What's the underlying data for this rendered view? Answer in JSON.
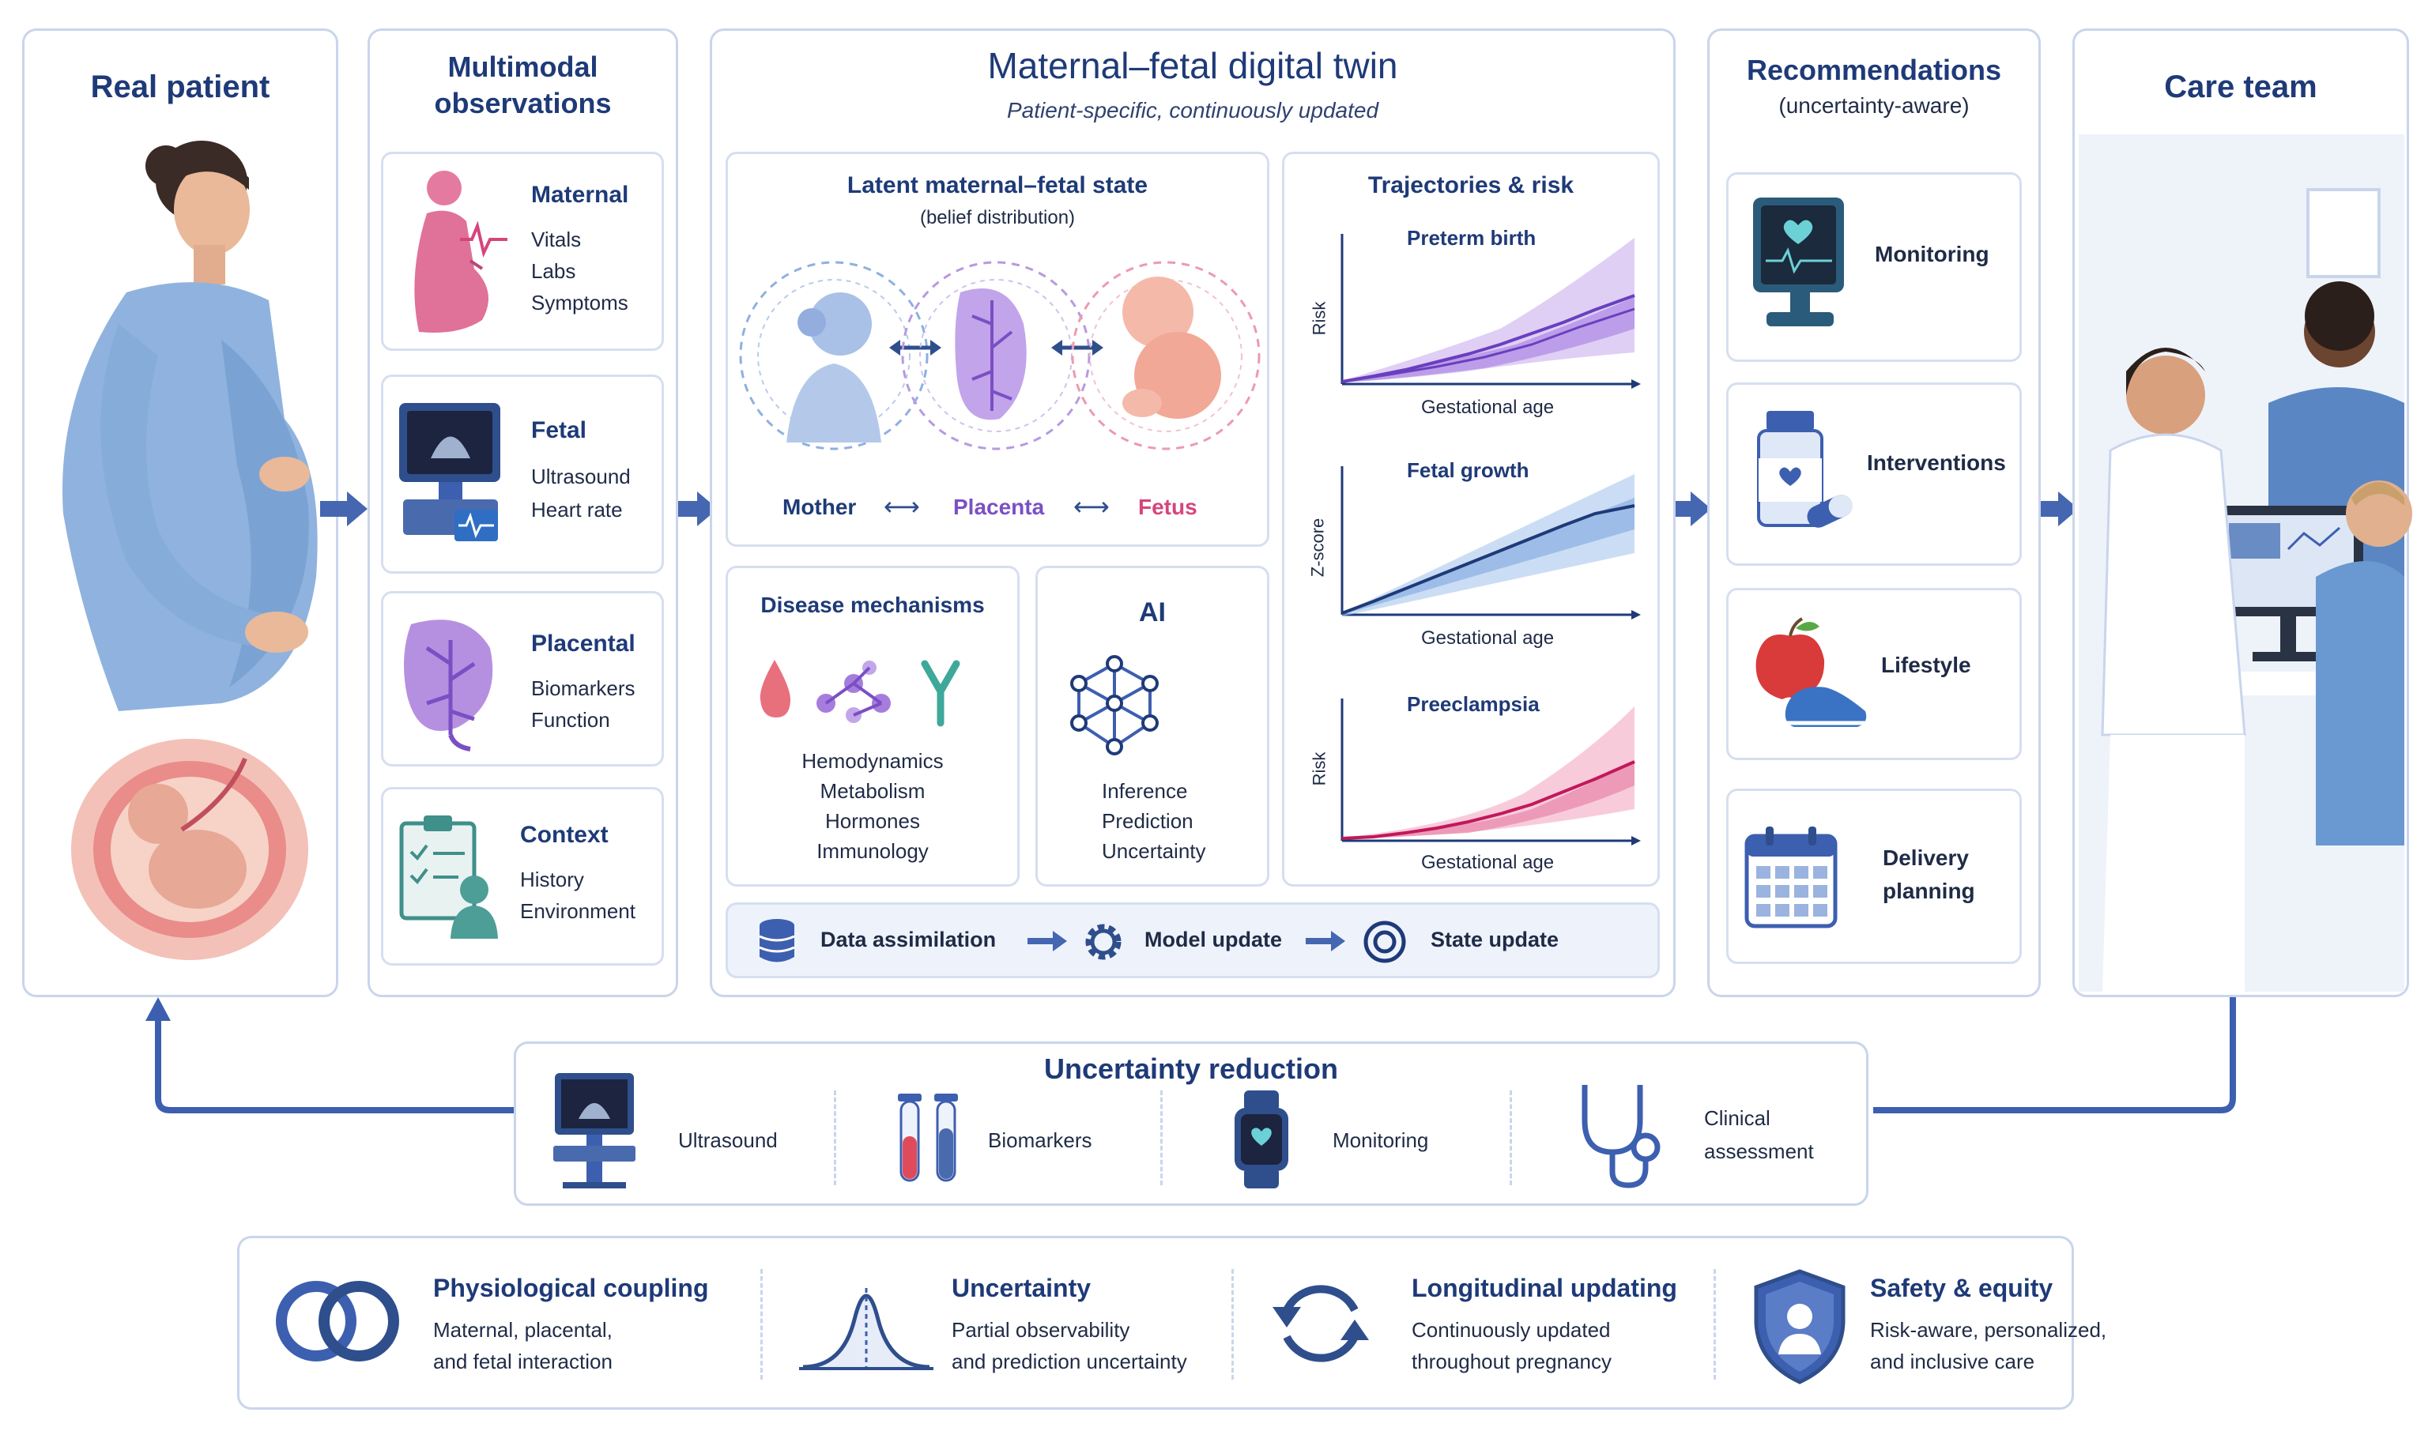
{
  "colors": {
    "navy": "#1e3a78",
    "blue": "#3d5fb0",
    "purple": "#7b4fc4",
    "pink": "#d6457d",
    "panel_border": "#c9d5ec"
  },
  "patient": {
    "title": "Real patient"
  },
  "observations": {
    "title_line1": "Multimodal",
    "title_line2": "observations",
    "cards": [
      {
        "title": "Maternal",
        "items": [
          "Vitals",
          "Labs",
          "Symptoms"
        ],
        "icon": "pregnant-woman-icon"
      },
      {
        "title": "Fetal",
        "items": [
          "Ultrasound",
          "Heart rate"
        ],
        "icon": "ultrasound-monitor-icon"
      },
      {
        "title": "Placental",
        "items": [
          "Biomarkers",
          "Function"
        ],
        "icon": "placenta-icon"
      },
      {
        "title": "Context",
        "items": [
          "History",
          "Environment"
        ],
        "icon": "clipboard-person-icon"
      }
    ]
  },
  "twin": {
    "title": "Maternal–fetal digital twin",
    "subtitle": "Patient-specific, continuously updated",
    "latent": {
      "title": "Latent maternal–fetal state",
      "subtitle": "(belief distribution)",
      "mother": "Mother",
      "placenta": "Placenta",
      "fetus": "Fetus",
      "arrow": "⟷"
    },
    "trajectories": {
      "title": "Trajectories & risk",
      "charts": [
        {
          "title": "Preterm birth",
          "ylabel": "Risk",
          "xlabel": "Gestational age"
        },
        {
          "title": "Fetal growth",
          "ylabel": "Z-score",
          "xlabel": "Gestational age"
        },
        {
          "title": "Preeclampsia",
          "ylabel": "Risk",
          "xlabel": "Gestational age"
        }
      ]
    },
    "mechanisms": {
      "title": "Disease mechanisms",
      "items": [
        "Hemodynamics",
        "Metabolism",
        "Hormones",
        "Immunology"
      ]
    },
    "ai": {
      "title": "AI",
      "items": [
        "Inference",
        "Prediction",
        "Uncertainty"
      ]
    },
    "pipeline": {
      "steps": [
        "Data assimilation",
        "Model update",
        "State update"
      ]
    }
  },
  "recommendations": {
    "title_line1": "Recommendations",
    "title_line2": "(uncertainty-aware)",
    "cards": [
      {
        "label": "Monitoring",
        "icon": "monitor-heart-icon"
      },
      {
        "label": "Interventions",
        "icon": "pill-bottle-icon"
      },
      {
        "label": "Lifestyle",
        "icon": "apple-shoe-icon"
      },
      {
        "label_line1": "Delivery",
        "label_line2": "planning",
        "icon": "calendar-icon"
      }
    ]
  },
  "care_team": {
    "title": "Care team"
  },
  "uncertainty": {
    "title": "Uncertainty reduction",
    "items": [
      {
        "label": "Ultrasound",
        "icon": "ultrasound-machine-icon"
      },
      {
        "label": "Biomarkers",
        "icon": "test-tubes-icon"
      },
      {
        "label": "Monitoring",
        "icon": "smartwatch-icon"
      },
      {
        "label_line1": "Clinical",
        "label_line2": "assessment",
        "icon": "stethoscope-icon"
      }
    ]
  },
  "principles": [
    {
      "title": "Physiological coupling",
      "line1": "Maternal, placental,",
      "line2": "and fetal interaction",
      "icon": "linked-rings-icon"
    },
    {
      "title": "Uncertainty",
      "line1": "Partial observability",
      "line2": "and prediction uncertainty",
      "icon": "bell-curve-icon"
    },
    {
      "title": "Longitudinal updating",
      "line1": "Continuously updated",
      "line2": "throughout pregnancy",
      "icon": "cycle-arrows-icon"
    },
    {
      "title": "Safety & equity",
      "line1": "Risk-aware, personalized,",
      "line2": "and inclusive care",
      "icon": "shield-person-icon"
    }
  ]
}
